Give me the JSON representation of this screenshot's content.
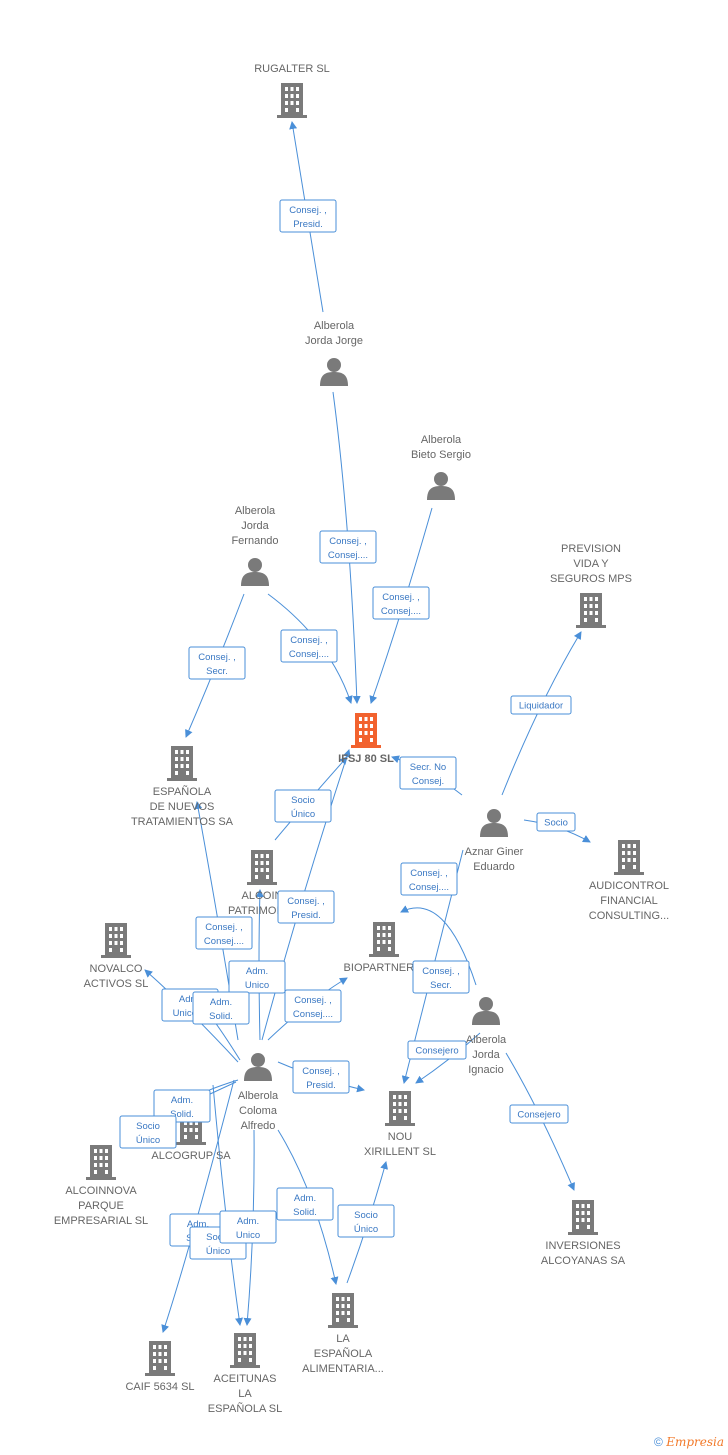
{
  "colors": {
    "company": "#7a7a7a",
    "focus": "#f2622e",
    "person": "#7a7a7a",
    "edge": "#4a8fd8"
  },
  "nodes": [
    {
      "id": "rugalter",
      "type": "company",
      "lines": [
        "RUGALTER  SL"
      ]
    },
    {
      "id": "jorda_jorge",
      "type": "person",
      "lines": [
        "Alberola",
        "Jorda Jorge"
      ]
    },
    {
      "id": "bieto_sergio",
      "type": "person",
      "lines": [
        "Alberola",
        "Bieto Sergio"
      ]
    },
    {
      "id": "jorda_fernando",
      "type": "person",
      "lines": [
        "Alberola",
        "Jorda",
        "Fernando"
      ]
    },
    {
      "id": "prevision",
      "type": "company",
      "lines": [
        "PREVISION",
        "VIDA Y",
        "SEGUROS MPS"
      ]
    },
    {
      "id": "ifsj80",
      "type": "focus",
      "lines": [
        "IFSJ 80  SL"
      ]
    },
    {
      "id": "espanola_nuevos",
      "type": "company",
      "lines": [
        "ESPAÑOLA",
        "DE NUEVOS",
        "TRATAMIENTOS SA"
      ]
    },
    {
      "id": "aznar",
      "type": "person",
      "lines": [
        "Aznar Giner",
        "Eduardo"
      ]
    },
    {
      "id": "audicontrol",
      "type": "company",
      "lines": [
        "AUDICONTROL",
        "FINANCIAL",
        "CONSULTING..."
      ]
    },
    {
      "id": "alcoin",
      "type": "company",
      "lines": [
        "ALCOIN",
        "PATRIMONIO"
      ]
    },
    {
      "id": "novalco",
      "type": "company",
      "lines": [
        "NOVALCO",
        "ACTIVOS  SL"
      ]
    },
    {
      "id": "biopartner",
      "type": "company",
      "lines": [
        "BIOPARTNER S"
      ]
    },
    {
      "id": "jorda_ignacio",
      "type": "person",
      "lines": [
        "Alberola",
        "Jorda",
        "Ignacio"
      ]
    },
    {
      "id": "coloma",
      "type": "person",
      "lines": [
        "Alberola",
        "Coloma",
        "Alfredo"
      ]
    },
    {
      "id": "alcogrup",
      "type": "company",
      "lines": [
        "ALCOGRUP SA"
      ]
    },
    {
      "id": "nou",
      "type": "company",
      "lines": [
        "NOU",
        "XIRILLENT SL"
      ]
    },
    {
      "id": "alcoinnova",
      "type": "company",
      "lines": [
        "ALCOINNOVA",
        "PARQUE",
        "EMPRESARIAL SL"
      ]
    },
    {
      "id": "inversiones",
      "type": "company",
      "lines": [
        "INVERSIONES",
        "ALCOYANAS SA"
      ]
    },
    {
      "id": "la_espanola",
      "type": "company",
      "lines": [
        "LA",
        "ESPAÑOLA",
        "ALIMENTARIA..."
      ]
    },
    {
      "id": "caif",
      "type": "company",
      "lines": [
        "CAIF 5634  SL"
      ]
    },
    {
      "id": "aceitunas",
      "type": "company",
      "lines": [
        "ACEITUNAS",
        "LA",
        "ESPAÑOLA SL"
      ]
    }
  ],
  "relations": [
    {
      "id": "r1",
      "from": "jorda_jorge",
      "to": "rugalter",
      "lines": [
        "Consej. ,",
        "Presid."
      ]
    },
    {
      "id": "r2",
      "from": "jorda_jorge",
      "to": "ifsj80",
      "lines": [
        "Consej. ,",
        "Consej...."
      ]
    },
    {
      "id": "r3",
      "from": "bieto_sergio",
      "to": "ifsj80",
      "lines": [
        "Consej. ,",
        "Consej...."
      ]
    },
    {
      "id": "r4",
      "from": "jorda_fernando",
      "to": "ifsj80",
      "lines": [
        "Consej. ,",
        "Consej...."
      ]
    },
    {
      "id": "r5",
      "from": "jorda_fernando",
      "to": "espanola_nuevos",
      "lines": [
        "Consej. ,",
        "Secr."
      ]
    },
    {
      "id": "r6",
      "from": "aznar",
      "to": "prevision",
      "lines": [
        "Liquidador"
      ]
    },
    {
      "id": "r7",
      "from": "aznar",
      "to": "ifsj80",
      "lines": [
        "Secr.  No",
        "Consej."
      ]
    },
    {
      "id": "r8",
      "from": "aznar",
      "to": "audicontrol",
      "lines": [
        "Socio"
      ]
    },
    {
      "id": "r9",
      "from": "jorda_ignacio",
      "to": "biopartner",
      "lines": [
        "Consej. ,",
        "Consej...."
      ]
    },
    {
      "id": "r10",
      "from": "jorda_ignacio",
      "to": "nou",
      "lines": [
        "Consejero"
      ]
    },
    {
      "id": "r11",
      "from": "jorda_ignacio",
      "to": "inversiones",
      "lines": [
        "Consejero"
      ]
    },
    {
      "id": "r12",
      "from": "aznar",
      "to": "nou",
      "lines": [
        "Consej. ,",
        "Secr."
      ]
    },
    {
      "id": "r13",
      "from": "alcoin",
      "to": "ifsj80",
      "lines": [
        "Socio",
        "Único"
      ]
    },
    {
      "id": "r14",
      "from": "coloma",
      "to": "ifsj80",
      "lines": [
        "Consej. ,",
        "Presid."
      ]
    },
    {
      "id": "r15",
      "from": "coloma",
      "to": "espanola_nuevos",
      "lines": [
        "Consej. ,",
        "Consej...."
      ]
    },
    {
      "id": "r16",
      "from": "coloma",
      "to": "alcoin",
      "lines": [
        "Adm.",
        "Unico"
      ]
    },
    {
      "id": "r17",
      "from": "coloma",
      "to": "novalco",
      "lines": [
        "Adm.",
        "Unico,..."
      ]
    },
    {
      "id": "r18",
      "from": "coloma",
      "to": "novalco",
      "lines": [
        "Adm.",
        "Solid."
      ]
    },
    {
      "id": "r19",
      "from": "coloma",
      "to": "biopartner",
      "lines": [
        "Consej. ,",
        "Consej...."
      ]
    },
    {
      "id": "r20",
      "from": "coloma",
      "to": "nou",
      "lines": [
        "Consej. ,",
        "Presid."
      ]
    },
    {
      "id": "r21",
      "from": "coloma",
      "to": "alcogrup",
      "lines": [
        "Adm.",
        "Solid."
      ]
    },
    {
      "id": "r22",
      "from": "coloma",
      "to": "alcogrup",
      "lines": [
        "Socio",
        "Único"
      ]
    },
    {
      "id": "r23",
      "from": "coloma",
      "to": "la_espanola",
      "lines": [
        "Adm.",
        "Solid."
      ]
    },
    {
      "id": "r24",
      "from": "la_espanola",
      "to": "nou",
      "lines": [
        "Socio",
        "Único"
      ]
    },
    {
      "id": "r25",
      "from": "coloma",
      "to": "caif",
      "lines": [
        "Adm.",
        "Solid."
      ]
    },
    {
      "id": "r26",
      "from": "coloma",
      "to": "aceitunas",
      "lines": [
        "Socio",
        "Único"
      ]
    },
    {
      "id": "r27",
      "from": "coloma",
      "to": "aceitunas",
      "lines": [
        "Adm.",
        "Unico"
      ]
    }
  ],
  "footer": {
    "copyright": "©",
    "brand": "Empresia"
  }
}
